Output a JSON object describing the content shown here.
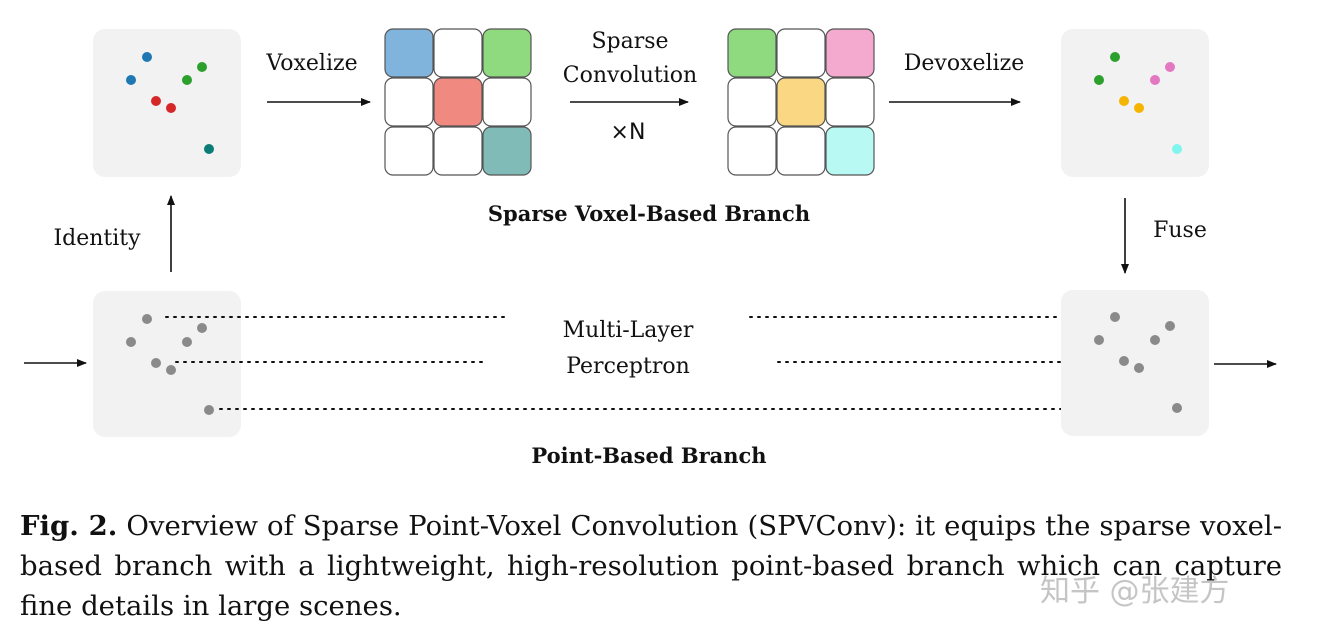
{
  "labels": {
    "voxelize": "Voxelize",
    "sparse_conv_line1": "Sparse",
    "sparse_conv_line2": "Convolution",
    "times_n": "×N",
    "devoxelize": "Devoxelize",
    "identity": "Identity",
    "fuse": "Fuse",
    "mlp_line1": "Multi-Layer",
    "mlp_line2": "Perceptron",
    "voxel_branch_title": "Sparse Voxel-Based Branch",
    "point_branch_title": "Point-Based Branch"
  },
  "caption": {
    "fig_label": "Fig. 2.",
    "text": " Overview of Sparse Point-Voxel Convolution (SPVConv): it equips the sparse voxel-based branch with a lightweight, high-resolution point-based branch which can capture fine details in large scenes."
  },
  "watermark": "知乎 @张建方",
  "colors": {
    "panel_bg": "#f2f2f2",
    "blue": "#1f77b4",
    "green": "#2ca02c",
    "red": "#d62728",
    "teal": "#0a7d77",
    "pink": "#e377c2",
    "orange": "#f4b400",
    "cyan": "#7ff5ee",
    "gray_point": "#8a8a8a",
    "cell_blue": "#80b4dc",
    "cell_green": "#8fd97f",
    "cell_red": "#f08a80",
    "cell_teal": "#80bbb8",
    "cell_pink": "#f4aacf",
    "cell_yellow": "#fad782",
    "cell_cyan": "#b8f9f4"
  }
}
